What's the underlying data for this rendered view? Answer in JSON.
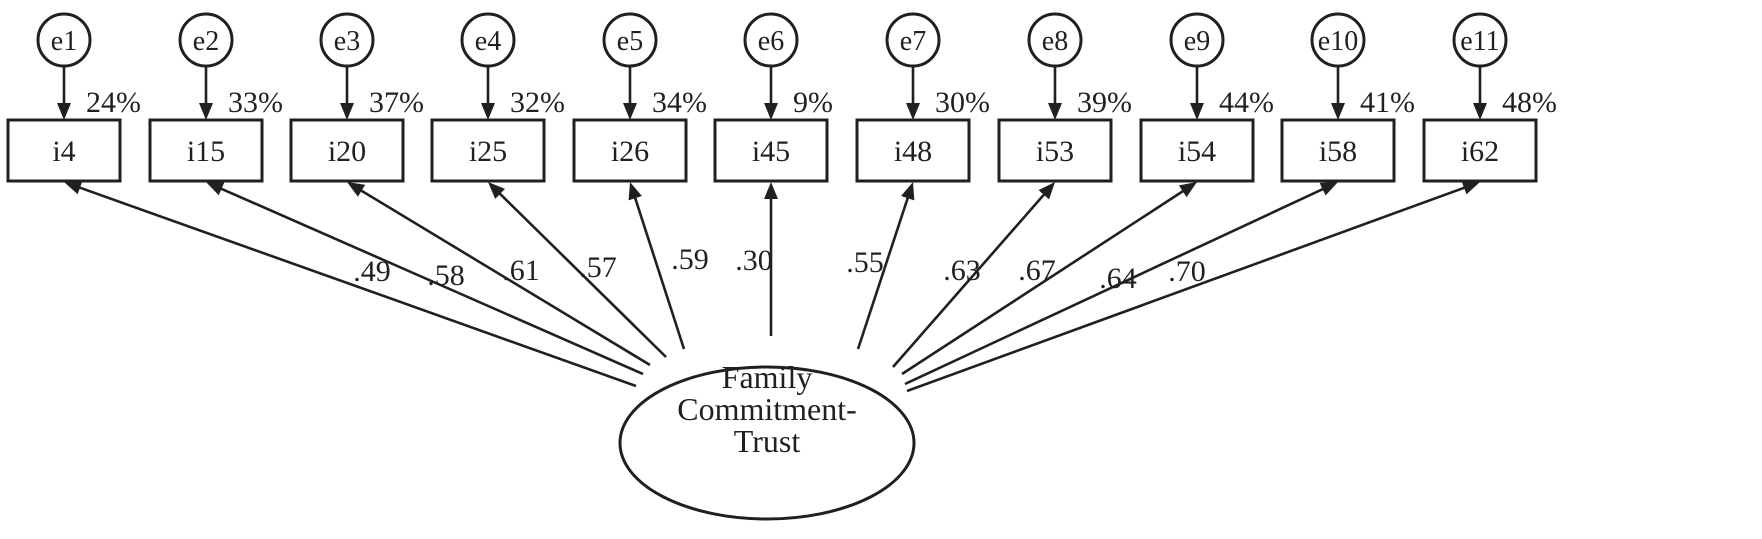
{
  "latent": {
    "lines": [
      "Family",
      "Commitment-",
      "Trust"
    ]
  },
  "indicators": [
    {
      "error": "e1",
      "item": "i4",
      "explained": "24%",
      "loading": ".49"
    },
    {
      "error": "e2",
      "item": "i15",
      "explained": "33%",
      "loading": ".58"
    },
    {
      "error": "e3",
      "item": "i20",
      "explained": "37%",
      "loading": ".61"
    },
    {
      "error": "e4",
      "item": "i25",
      "explained": "32%",
      "loading": ".57"
    },
    {
      "error": "e5",
      "item": "i26",
      "explained": "34%",
      "loading": ".59"
    },
    {
      "error": "e6",
      "item": "i45",
      "explained": "9%",
      "loading": ".30"
    },
    {
      "error": "e7",
      "item": "i48",
      "explained": "30%",
      "loading": ".55"
    },
    {
      "error": "e8",
      "item": "i53",
      "explained": "39%",
      "loading": ".63"
    },
    {
      "error": "e9",
      "item": "i54",
      "explained": "44%",
      "loading": ".67"
    },
    {
      "error": "e10",
      "item": "i58",
      "explained": "41%",
      "loading": ".64"
    },
    {
      "error": "e11",
      "item": "i62",
      "explained": "48%",
      "loading": ".70"
    }
  ]
}
